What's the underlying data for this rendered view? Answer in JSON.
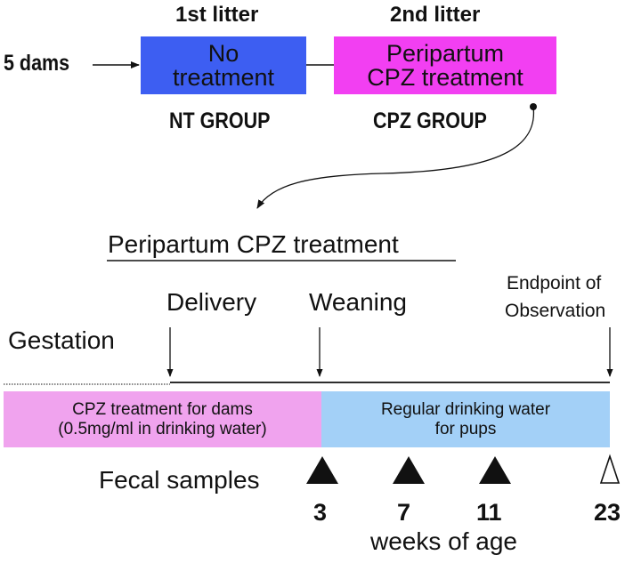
{
  "top": {
    "source_label": "5 dams",
    "litters": [
      {
        "header": "1st litter",
        "box_line1": "No",
        "box_line2": "treatment",
        "group": "NT GROUP",
        "color": "#3d5ef2"
      },
      {
        "header": "2nd litter",
        "box_line1": "Peripartum",
        "box_line2": "CPZ treatment",
        "group": "CPZ GROUP",
        "color": "#f23ff2"
      }
    ]
  },
  "detail": {
    "title": "Peripartum CPZ treatment",
    "gestation": "Gestation",
    "events": {
      "delivery": "Delivery",
      "weaning": "Weaning",
      "endpoint_line1": "Endpoint of",
      "endpoint_line2": "Observation"
    },
    "bars": [
      {
        "line1": "CPZ treatment for dams",
        "line2": "(0.5mg/ml in drinking water)",
        "color": "#f0a3ee"
      },
      {
        "line1": "Regular drinking water",
        "line2": "for pups",
        "color": "#a3d0f7"
      }
    ],
    "fecal_label": "Fecal samples",
    "sample_weeks": [
      "3",
      "7",
      "11",
      "23"
    ],
    "axis_label": "weeks of age"
  }
}
